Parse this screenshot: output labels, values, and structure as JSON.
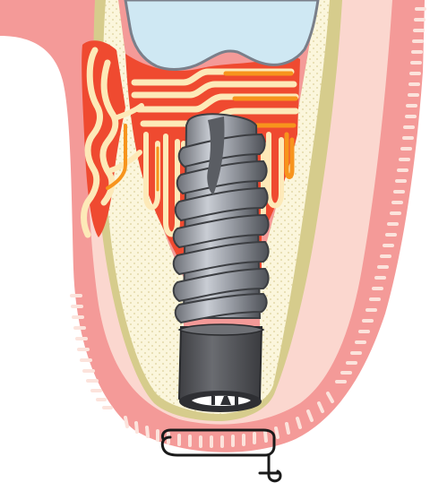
{
  "figure": {
    "type": "dental-implant-cross-section",
    "parts": [
      "gingiva",
      "gingiva-ridges",
      "cortical-bone-rim",
      "cancellous-bone",
      "crown",
      "inflamed-tissue",
      "periodontal-fibers",
      "implant",
      "implant-collar",
      "suture"
    ]
  },
  "colors": {
    "background": "#ffffff",
    "gingiva": "#f49a98",
    "gingiva_inner": "#fbd7cf",
    "gingiva_ridge": "#fce3dc",
    "cortical_bone": "#d6cc8c",
    "cancellous_bone": "#fbf6dc",
    "bone_dots": "#dcd09a",
    "crown": "#cfe8f3",
    "crown_stroke": "#7a7f8a",
    "inflamed_tissue": "#ef4a30",
    "fiber_light": "#fde9b8",
    "fiber_orange": "#f7941d",
    "implant_light": "#b7bcc6",
    "implant_dark": "#5a5d63",
    "implant_collar": "#4a4b4f",
    "suture": "#1a1a1a"
  }
}
